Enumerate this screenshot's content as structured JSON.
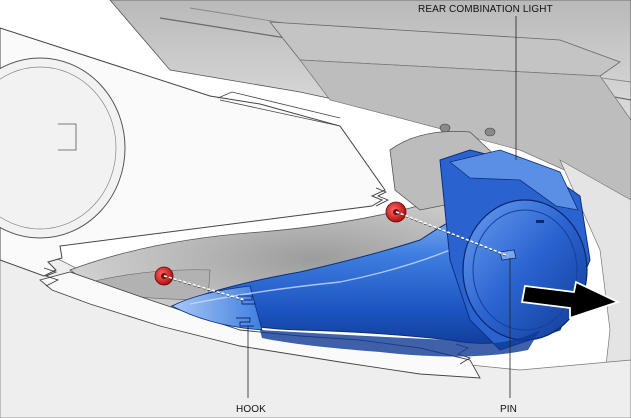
{
  "labels": {
    "rear_combination_light": "REAR COMBINATION LIGHT",
    "hook": "HOOK",
    "pin": "PIN"
  },
  "colors": {
    "lamp_body": "#2f6fd6",
    "lamp_dark": "#123f9e",
    "lamp_light": "#8fb4f0",
    "clip_red": "#d81c1c",
    "arrow": "#000000",
    "body_panel_gray": "#d9d9d9"
  },
  "icons": {
    "removal_arrow": "arrow-right-icon",
    "clip": "red-clip-icon"
  }
}
